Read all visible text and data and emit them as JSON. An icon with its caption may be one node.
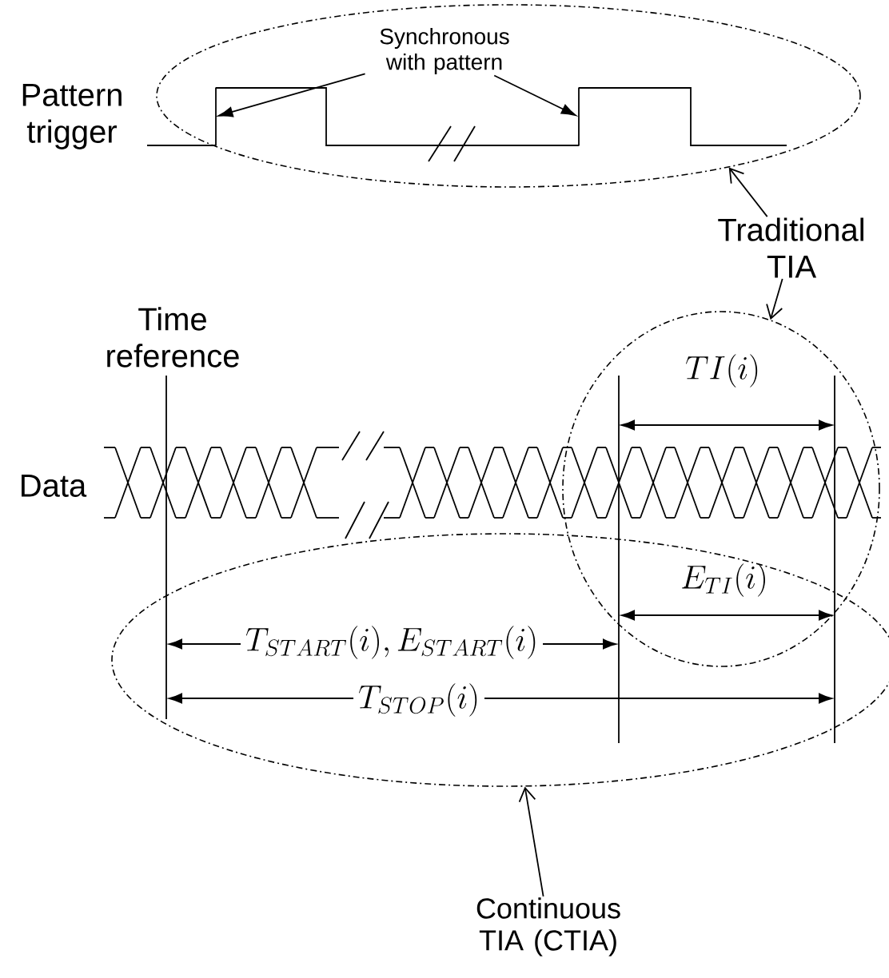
{
  "diagram": {
    "nodes": [
      {
        "text": [],
        "shape": "ellipse"
      },
      {
        "text": [
          "Synchronous with pattern"
        ],
        "in": 0
      },
      {
        "text": [],
        "shape": "line",
        "in": 0
      },
      {
        "text": [],
        "shape": "line",
        "in": 0
      },
      {
        "text": [
          "Traditional TIA"
        ]
      },
      {
        "text": [],
        "shape": "ellipse"
      },
      {
        "text": [],
        "shape": "ellipse"
      },
      {
        "text": [
          "Continuous TIA (CTIA)"
        ]
      }
    ],
    "edges": [
      {
        "from": 1,
        "to": 2,
        "arrow": "to"
      },
      {
        "from": 1,
        "to": 3,
        "arrow": "to"
      },
      {
        "from": 4,
        "to": 0,
        "arrow": "to"
      },
      {
        "from": 4,
        "to": 5,
        "arrow": "to"
      },
      {
        "from": 7,
        "to": 6,
        "arrow": "to"
      }
    ],
    "labels": [
      "Pattern trigger",
      "Time reference",
      "TI(i)",
      "Data",
      "E_{TI}(i)",
      "T_{START}(i), E_{START}(i)",
      "T_{STOP}(i)"
    ]
  }
}
